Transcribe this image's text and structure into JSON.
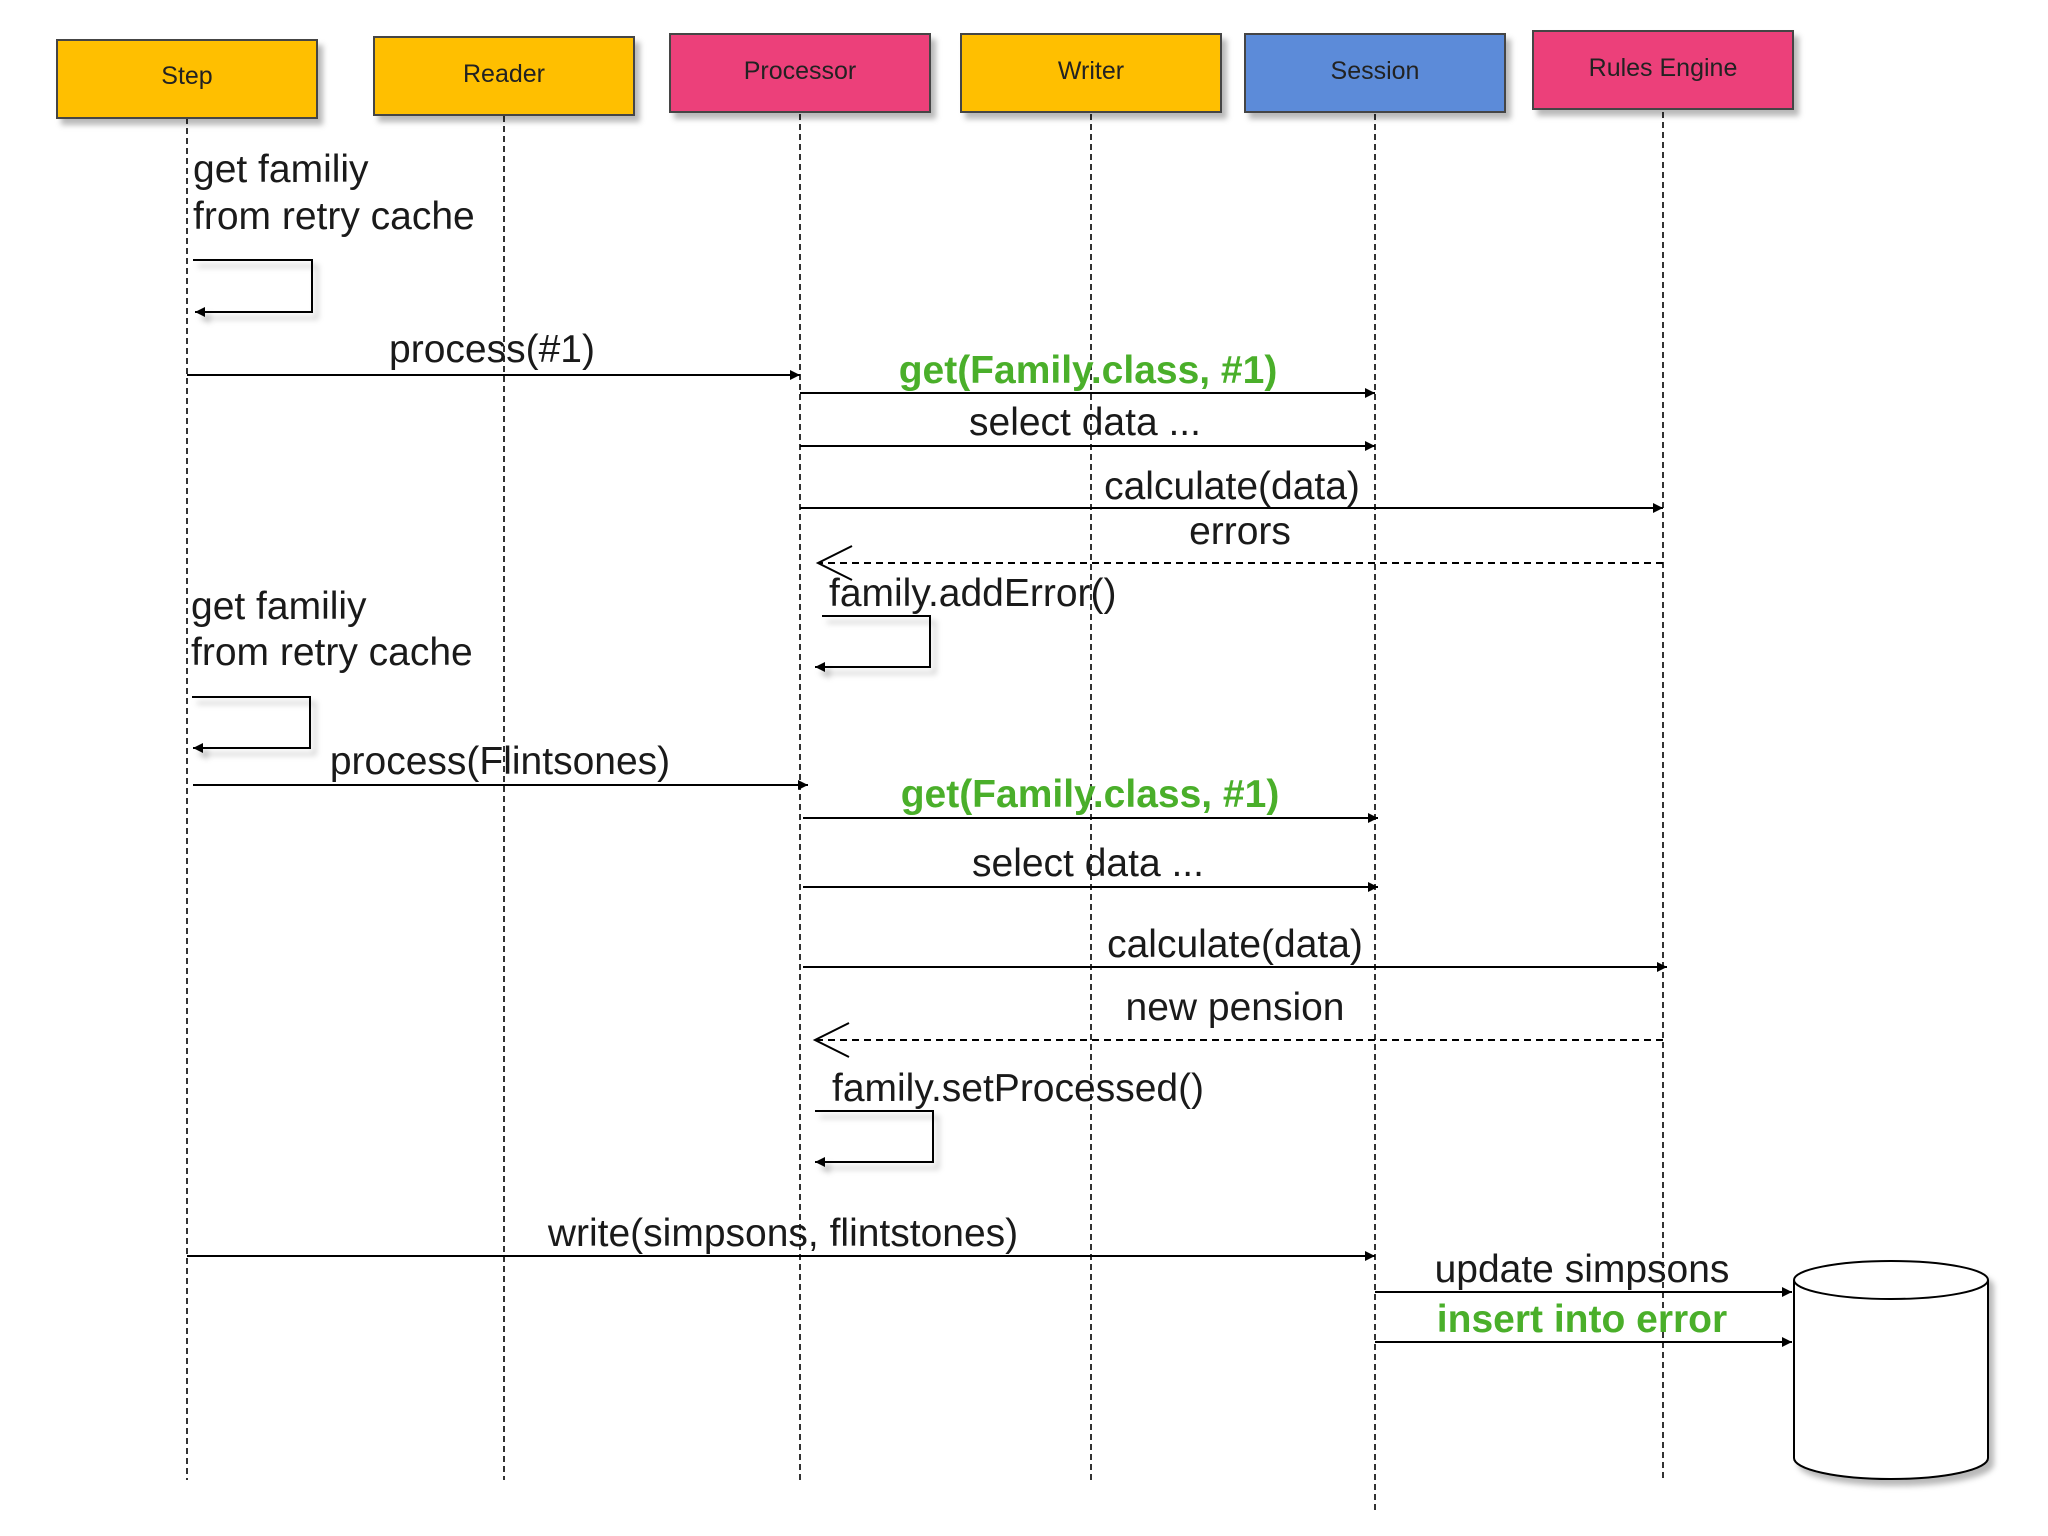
{
  "colors": {
    "orange": "#ffbf00",
    "pink": "#ec407a",
    "blue": "#5b8bd9",
    "highlight_green": "#4aaf2a"
  },
  "participants": [
    {
      "id": "step",
      "label": "Step",
      "color": "#ffbf00"
    },
    {
      "id": "reader",
      "label": "Reader",
      "color": "#ffbf00"
    },
    {
      "id": "processor",
      "label": "Processor",
      "color": "#ec407a"
    },
    {
      "id": "writer",
      "label": "Writer",
      "color": "#ffbf00"
    },
    {
      "id": "session",
      "label": "Session",
      "color": "#5b8bd9"
    },
    {
      "id": "rules",
      "label": "Rules Engine",
      "color": "#ec407a"
    }
  ],
  "notes": {
    "retry_1": {
      "line1": "get familiy",
      "line2": "from retry cache"
    },
    "retry_2": {
      "line1": "get familiy",
      "line2": "from retry cache"
    }
  },
  "messages": {
    "process_1": "process(#1)",
    "get_family_1": "get(Family.class, #1)",
    "select_data_1": "select data ...",
    "calculate_1": "calculate(data)",
    "errors_return": "errors",
    "add_error": "family.addError()",
    "process_flintsones": "process(Flintsones)",
    "get_family_2": "get(Family.class, #1)",
    "select_data_2": "select data ...",
    "calculate_2": "calculate(data)",
    "new_pension_return": "new pension",
    "set_processed": "family.setProcessed()",
    "write": "write(simpsons, flintstones)",
    "update_simpsons": "update simpsons",
    "insert_error": "insert into error"
  },
  "icons": {
    "database": "database-cylinder-icon"
  }
}
